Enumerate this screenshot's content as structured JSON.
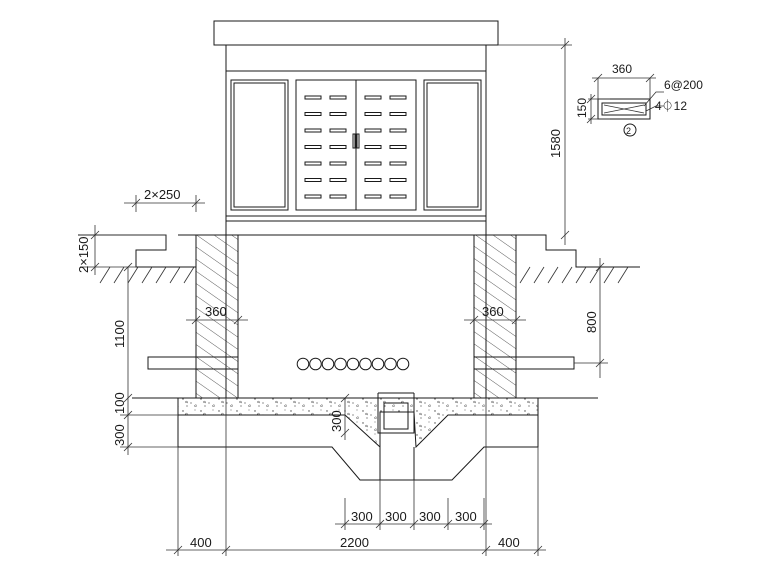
{
  "dimensions": {
    "wall_width_top": "2×250",
    "step_height": "2×150",
    "total_height": "1580",
    "wall_thickness_left": "360",
    "wall_thickness_right": "360",
    "depth_below_grade": "1100",
    "depth_right": "800",
    "slab_top": "100",
    "slab_bottom": "300",
    "pit_depth": "300",
    "bottom_segments": [
      "300",
      "300",
      "300",
      "300"
    ],
    "overall_left": "400",
    "overall_middle": "2200",
    "overall_right": "400"
  },
  "detail": {
    "width": "360",
    "height": "150",
    "stirrup": "6@200",
    "rebar": "4⏀12",
    "marker": "2"
  }
}
